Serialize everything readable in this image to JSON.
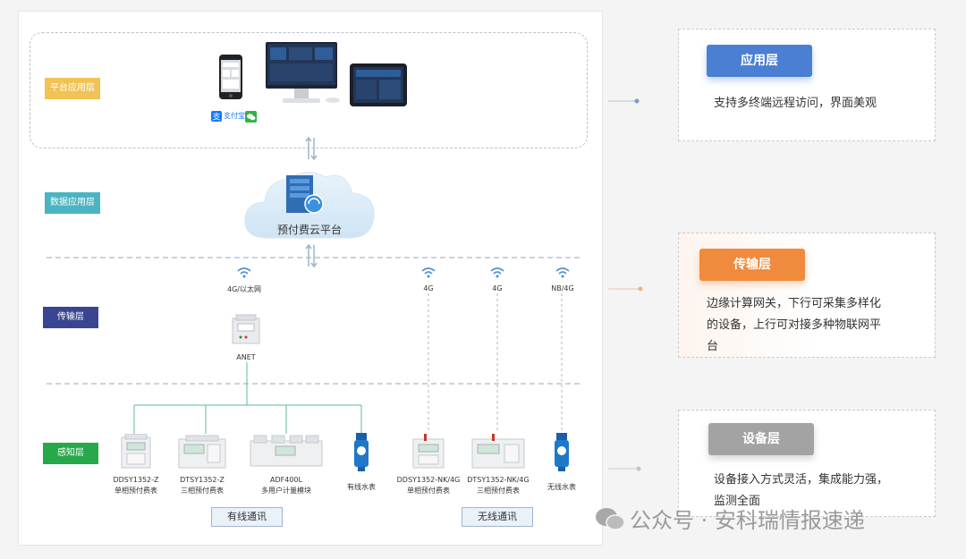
{
  "layers": {
    "platform_app": "平台应用层",
    "data_app": "数据应用层",
    "transport": "传输层",
    "perception": "感知层"
  },
  "app_logos": {
    "alipay": "支付宝"
  },
  "cloud_label": "预付费云平台",
  "gateway": {
    "label": "ANET",
    "link_label": "4G/以太网"
  },
  "wireless_links": [
    "4G",
    "4G",
    "NB/4G"
  ],
  "devices": {
    "wired": [
      {
        "model": "DDSY1352-Z",
        "name": "单相预付费表"
      },
      {
        "model": "DTSY1352-Z",
        "name": "三相预付费表"
      },
      {
        "model": "ADF400L",
        "name": "多用户计量模块"
      },
      {
        "model": "",
        "name": "有线水表"
      }
    ],
    "wireless": [
      {
        "model": "DDSY1352-NK/4G",
        "name": "单相预付费表"
      },
      {
        "model": "DTSY1352-NK/4G",
        "name": "三相预付费表"
      },
      {
        "model": "",
        "name": "无线水表"
      }
    ]
  },
  "comm": {
    "wired": "有线通讯",
    "wireless": "无线通讯"
  },
  "cards": {
    "application": {
      "title": "应用层",
      "desc": "支持多终端远程访问，界面美观"
    },
    "transport": {
      "title": "传输层",
      "desc_lines": [
        "边缘计算网关，下行可采集多样化",
        "的设备，上行可对接多种物联网平",
        "台"
      ]
    },
    "device": {
      "title": "设备层",
      "desc_lines": [
        "设备接入方式灵活，集成能力强，",
        "监测全面"
      ]
    }
  },
  "watermark": "公众号 · 安科瑞情报速递",
  "colors": {
    "blue": "#4a7fd4",
    "orange": "#f08a3c",
    "gray": "#a3a3a3",
    "tag_yellow": "#f1c256",
    "tag_teal": "#4ab5c2",
    "tag_navy": "#3a4592",
    "tag_green": "#27a84a"
  }
}
